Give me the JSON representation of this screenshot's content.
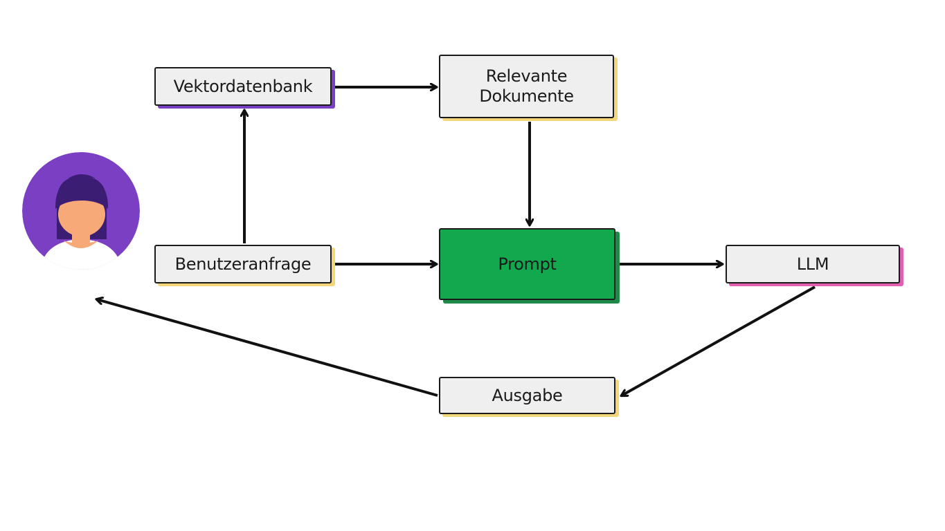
{
  "nodes": {
    "vektordatenbank": "Vektordatenbank",
    "relevante_dokumente": "Relevante\nDokumente",
    "benutzeranfrage": "Benutzeranfrage",
    "prompt": "Prompt",
    "llm": "LLM",
    "ausgabe": "Ausgabe"
  },
  "colors": {
    "box_fill": "#efefef",
    "prompt_fill": "#12a84e",
    "accent_purple": "#7b3fc4",
    "accent_yellow": "#f2d679",
    "accent_pink": "#e05fb0",
    "avatar_circle": "#7b3fc4",
    "arrow": "#111111"
  },
  "icons": {
    "user": "user-avatar-icon"
  },
  "edges": [
    {
      "from": "benutzeranfrage",
      "to": "vektordatenbank"
    },
    {
      "from": "vektordatenbank",
      "to": "relevante_dokumente"
    },
    {
      "from": "relevante_dokumente",
      "to": "prompt"
    },
    {
      "from": "benutzeranfrage",
      "to": "prompt"
    },
    {
      "from": "prompt",
      "to": "llm"
    },
    {
      "from": "llm",
      "to": "ausgabe"
    },
    {
      "from": "ausgabe",
      "to": "user"
    }
  ]
}
